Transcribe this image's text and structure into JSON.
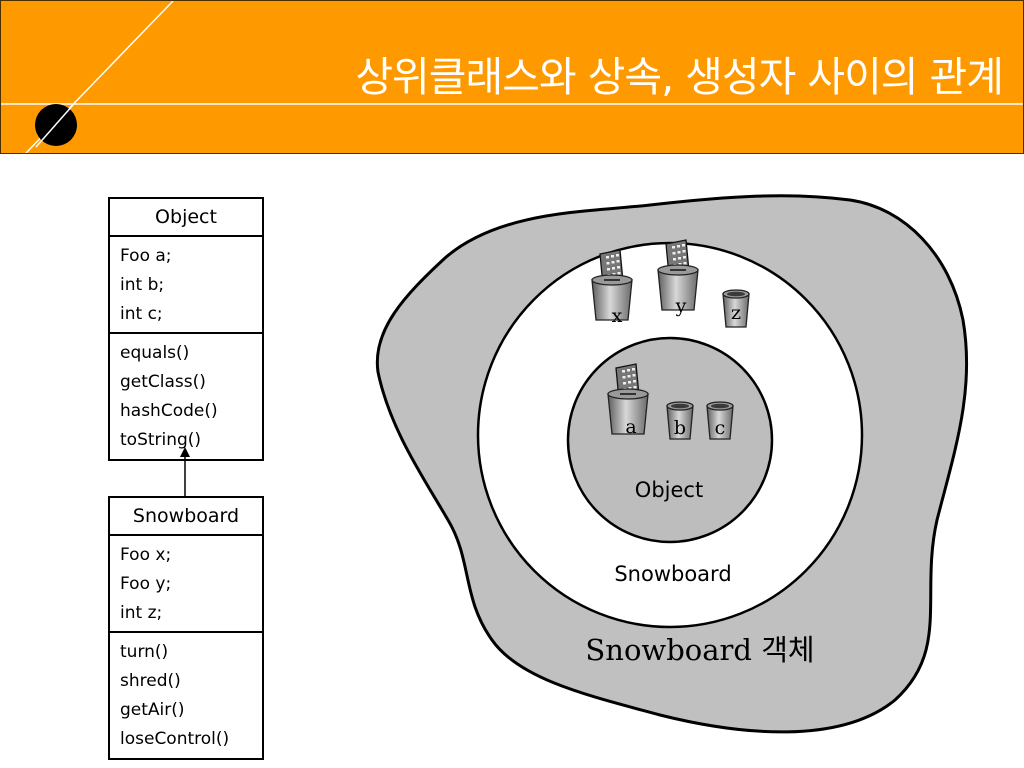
{
  "title_bar": {
    "title": "상위클래스와 상속, 생성자 사이의 관계"
  },
  "uml": {
    "superclass": {
      "name": "Object",
      "fields": [
        "Foo a;",
        "int b;",
        "int c;"
      ],
      "methods": [
        "equals()",
        "getClass()",
        "hashCode()",
        "toString()"
      ]
    },
    "subclass": {
      "name": "Snowboard",
      "fields": [
        "Foo x;",
        "Foo y;",
        "int z;"
      ],
      "methods": [
        "turn()",
        "shred()",
        "getAir()",
        "loseControl()"
      ]
    }
  },
  "blob": {
    "caption": "Snowboard 객체",
    "outer_ring_label": "Snowboard",
    "inner_ring_label": "Object",
    "outer_vars": [
      "x",
      "y",
      "z"
    ],
    "inner_vars": [
      "a",
      "b",
      "c"
    ]
  },
  "colors": {
    "header_bg": "#ff9900",
    "header_text": "#ffffff",
    "blob_fill": "#c0c0c0",
    "inner_circle_fill": "#bdbdbd"
  }
}
